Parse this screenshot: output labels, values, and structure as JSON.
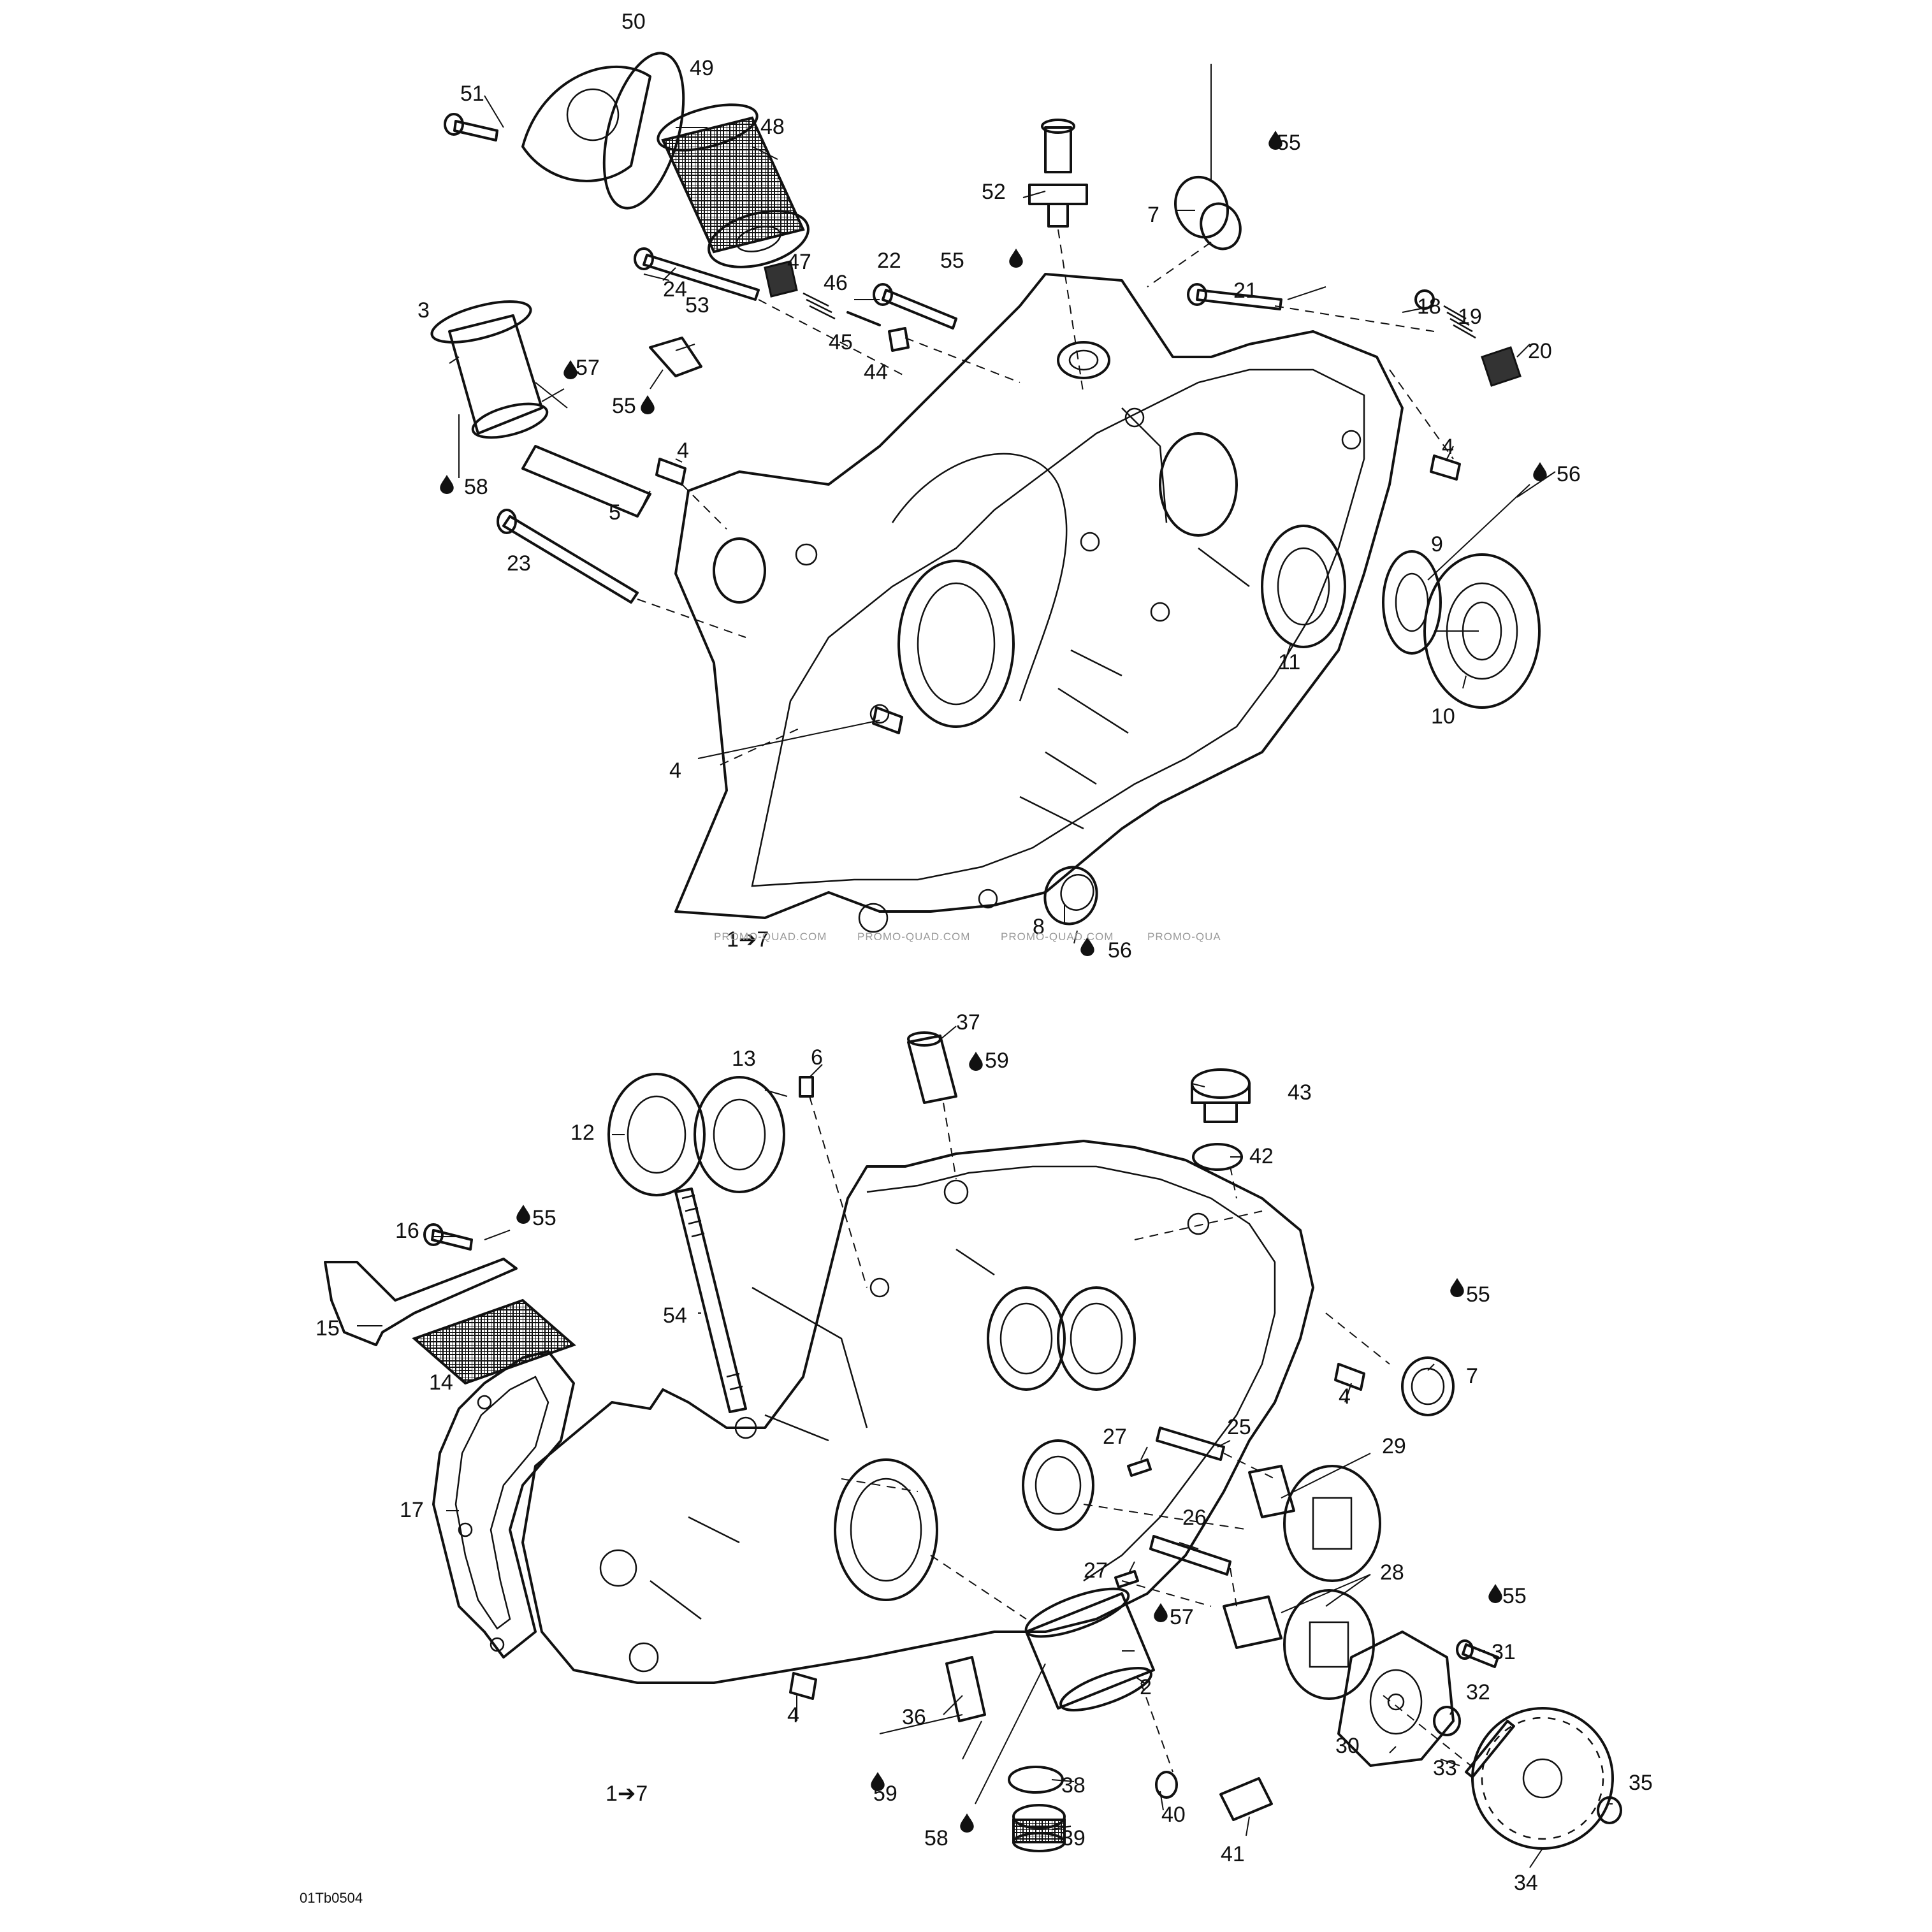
{
  "drawing_code": "01Tb0504",
  "watermarks": [
    "PROMO-QUAD.COM",
    "PROMO-QUAD.COM",
    "PROMO-QUAD.COM",
    "PROMO-QUA"
  ],
  "upper": {
    "labels": [
      "50",
      "49",
      "51",
      "48",
      "52",
      "55",
      "55",
      "7",
      "47",
      "22",
      "46",
      "24",
      "45",
      "44",
      "21",
      "18",
      "19",
      "20",
      "53",
      "3",
      "57",
      "55",
      "4",
      "4",
      "58",
      "5",
      "56",
      "9",
      "23",
      "11",
      "10",
      "4",
      "8",
      "1➔7",
      "56"
    ]
  },
  "lower": {
    "labels": [
      "37",
      "6",
      "13",
      "59",
      "43",
      "12",
      "42",
      "16",
      "55",
      "54",
      "15",
      "14",
      "55",
      "7",
      "4",
      "25",
      "27",
      "29",
      "17",
      "26",
      "27",
      "28",
      "55",
      "57",
      "31",
      "2",
      "32",
      "36",
      "4",
      "30",
      "33",
      "35",
      "1➔7",
      "59",
      "38",
      "40",
      "58",
      "39",
      "41",
      "34"
    ]
  }
}
